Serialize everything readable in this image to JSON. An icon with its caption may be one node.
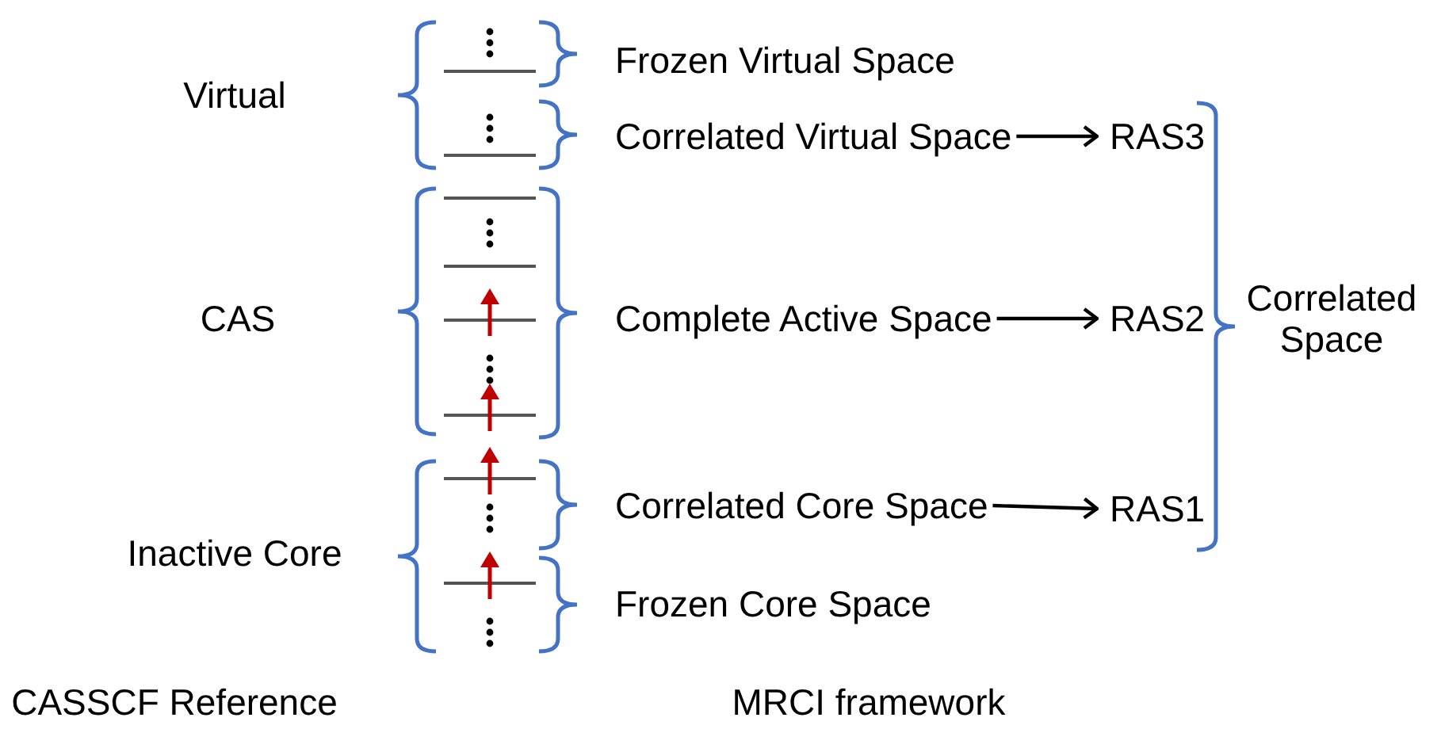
{
  "diagram": {
    "nodes": [
      {
        "text": [
          "Frozen Virtual Space"
        ]
      },
      {
        "text": [
          "Correlated Virtual Space"
        ]
      },
      {
        "text": [
          "RAS3"
        ]
      },
      {
        "text": [
          "Complete Active Space"
        ]
      },
      {
        "text": [
          "RAS2"
        ]
      },
      {
        "text": [
          "Correlated Core Space"
        ]
      },
      {
        "text": [
          "RAS1"
        ]
      },
      {
        "text": [
          "Frozen Core Space"
        ]
      }
    ],
    "edges": [
      {
        "from": 1,
        "to": 2,
        "arrow": "to"
      },
      {
        "from": 3,
        "to": 4,
        "arrow": "to"
      },
      {
        "from": 5,
        "to": 6,
        "arrow": "to"
      }
    ],
    "labels": [
      "Virtual",
      "CAS",
      "Inactive Core",
      "Correlated Space",
      "CASSCF Reference",
      "MRCI framework"
    ]
  }
}
